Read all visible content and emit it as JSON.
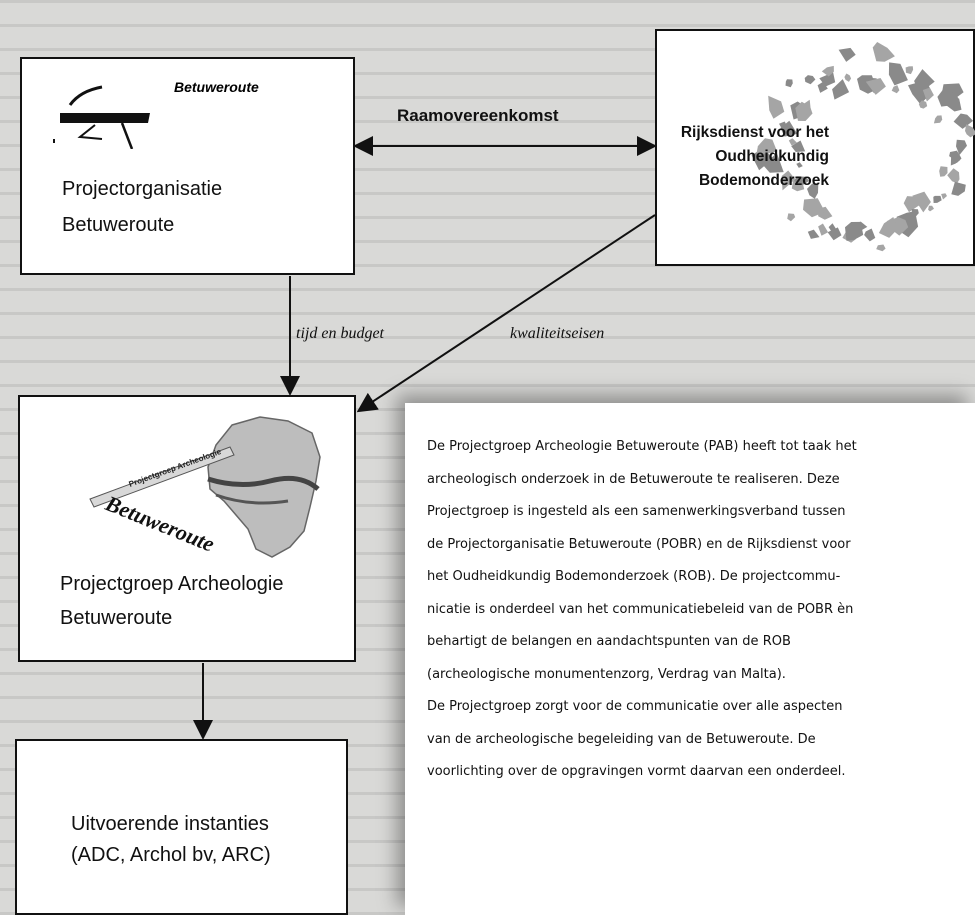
{
  "pobr": {
    "logo_text": "Betuweroute",
    "label_lines": [
      "Projectorganisatie",
      "Betuweroute"
    ]
  },
  "rob": {
    "title_lines": [
      "Rijksdienst voor het",
      "Oudheidkundig",
      "Bodemonderzoek"
    ]
  },
  "relations": {
    "raamovereenkomst": "Raamovereenkomst",
    "tijd_en_budget": "tijd en budget",
    "kwaliteitseisen": "kwaliteitseisen"
  },
  "pab": {
    "logo_small_text": "Projectgroep Archeologie",
    "logo_word": "Betuweroute",
    "label_lines": [
      "Projectgroep Archeologie",
      "Betuweroute"
    ]
  },
  "uitvoerend": {
    "label_lines": [
      "Uitvoerende instanties",
      "(ADC, Archol bv, ARC)"
    ]
  },
  "description": "De Projectgroep Archeologie Betuweroute (PAB) heeft tot taak het\narcheologisch onderzoek in de Betuweroute te realiseren. Deze\nProjectgroep is ingesteld als een samenwerkingsverband tussen\nde Projectorganisatie Betuweroute (POBR) en de Rijksdienst voor\nhet Oudheidkundig Bodemonderzoek (ROB). De projectcommu-\nnicatie is onderdeel van het communicatiebeleid van de POBR èn\nbehartigt de belangen en aandachtspunten van de ROB\n(archeologische monumentenzorg, Verdrag van Malta).\nDe Projectgroep zorgt voor de communicatie over alle aspecten\nvan de archeologische begeleiding van de Betuweroute. De\nvoorlichting over de opgravingen vormt daarvan een onderdeel.",
  "colors": {
    "ink": "#111111",
    "paper": "#ffffff",
    "background": "#d9d9d7",
    "map_fill": "#bdbdbd",
    "river": "#555555"
  }
}
